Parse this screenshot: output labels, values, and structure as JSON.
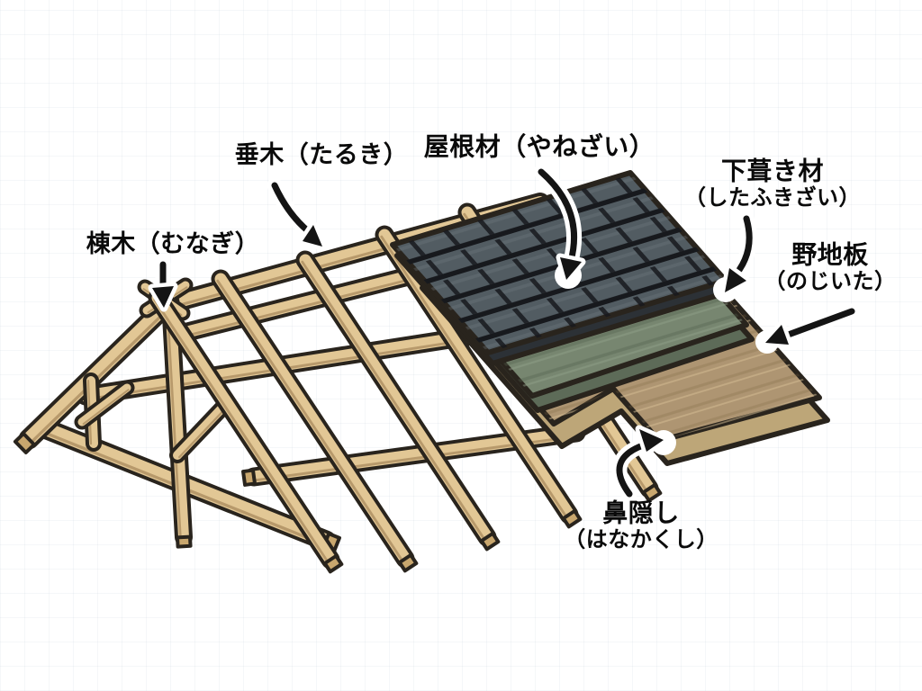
{
  "figure": {
    "kind": "hand-drawn construction diagram",
    "subject": "Japanese roof framing and roofing layers",
    "parts": {
      "munagi": "棟木（むなぎ）",
      "taruki": "垂木（たるき）",
      "yanezai": "屋根材（やねざい）",
      "shitafukizai_line1": "下葺き材",
      "shitafukizai_line2": "（したふきざい）",
      "nojiita_line1": "野地板",
      "nojiita_line2": "（のじいた）",
      "hanakakushi_line1": "鼻隠し",
      "hanakakushi_line2": "（はなかくし）"
    },
    "colors": {
      "background": "#ffffff",
      "wood": "#e2c795",
      "wood_edge_shadow": "rgba(130,98,55,0.45)",
      "wood_end_grain": "#c9a76e",
      "outline": "#29241d",
      "sheathing_top": "#ae9572",
      "sheathing_side": "#bda678",
      "underlayment": "#778670",
      "underlayment_side": "#5d6b58",
      "roofing": "#525c62",
      "roofing_grid": "#17191d",
      "arrow_ink": "#141414",
      "arrow_halo": "#ffffff"
    }
  }
}
